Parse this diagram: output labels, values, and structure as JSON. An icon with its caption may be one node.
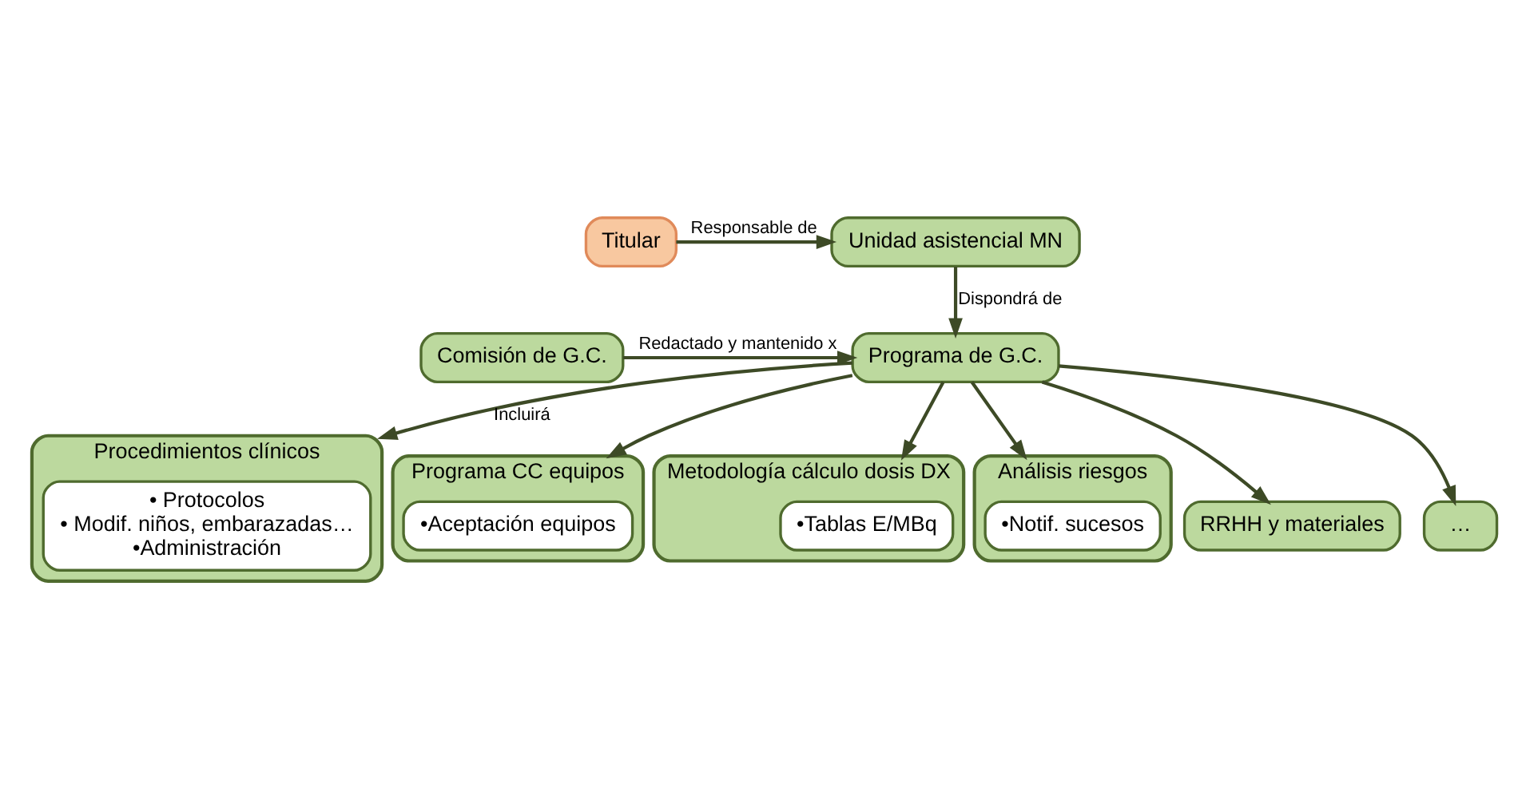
{
  "diagram": {
    "nodes": [
      {
        "text": [
          "Titular"
        ]
      },
      {
        "text": [
          "Unidad asistencial MN"
        ]
      },
      {
        "text": [
          "Programa de G.C."
        ]
      },
      {
        "text": [
          "Comisión de G.C."
        ]
      },
      {
        "text": [
          "Procedimientos clínicos"
        ]
      },
      {
        "text": [
          "• Protocolos",
          "• Modif. niños, embarazadas…",
          "•Administración"
        ],
        "in": 4
      },
      {
        "text": [
          "Programa CC equipos"
        ]
      },
      {
        "text": [
          "•Aceptación equipos"
        ],
        "in": 6
      },
      {
        "text": [
          "Metodología cálculo dosis DX"
        ]
      },
      {
        "text": [
          "•Tablas E/MBq"
        ],
        "in": 8
      },
      {
        "text": [
          "Análisis riesgos"
        ]
      },
      {
        "text": [
          "•Notif. sucesos"
        ],
        "in": 10
      },
      {
        "text": [
          "RRHH y materiales"
        ]
      },
      {
        "text": [
          "…"
        ]
      }
    ],
    "edges": [
      {
        "from": 0,
        "to": 1,
        "arrow": "to",
        "label": "Responsable de"
      },
      {
        "from": 1,
        "to": 2,
        "arrow": "to",
        "label": "Dispondrá de"
      },
      {
        "from": 3,
        "to": 2,
        "arrow": "to",
        "label": "Redactado y mantenido x"
      },
      {
        "from": 2,
        "to": 4,
        "arrow": "to",
        "label": "Incluirá"
      },
      {
        "from": 2,
        "to": 6,
        "arrow": "to"
      },
      {
        "from": 2,
        "to": 8,
        "arrow": "to"
      },
      {
        "from": 2,
        "to": 10,
        "arrow": "to"
      },
      {
        "from": 2,
        "to": 12,
        "arrow": "to"
      },
      {
        "from": 2,
        "to": 13,
        "arrow": "to"
      }
    ]
  }
}
